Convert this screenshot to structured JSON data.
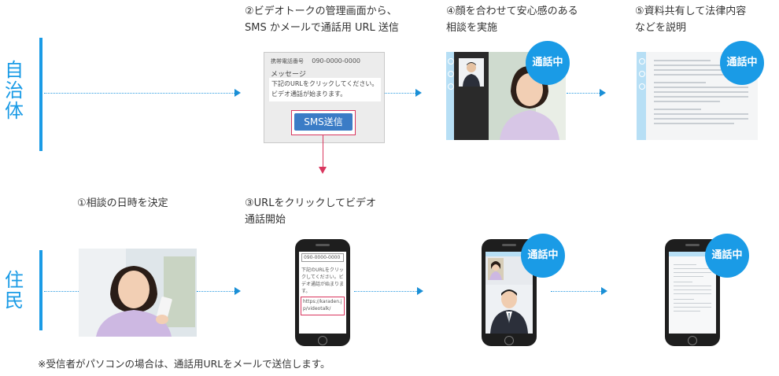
{
  "rows": {
    "municipality": "自治体",
    "resident": "住民"
  },
  "steps": {
    "s1": "①相談の日時を決定",
    "s2_line1": "②ビデオトークの管理画面から、",
    "s2_line2": "SMS かメールで通話用 URL 送信",
    "s3_line1": "③URLをクリックしてビデオ",
    "s3_line2": "通話開始",
    "s4_line1": "④顔を合わせて安心感のある",
    "s4_line2": "相談を実施",
    "s5_line1": "⑤資料共有して法律内容",
    "s5_line2": "などを説明"
  },
  "sms_panel": {
    "phone_label": "携帯電話番号",
    "phone_number": "090-0000-0000",
    "message_label": "メッセージ",
    "message_text": "下記のURLをクリックしてください。ビデオ通話が始まります。",
    "send_button": "SMS送信"
  },
  "phone_sms": {
    "number": "090-0000-0000",
    "message": "下記のURLをクリックしてください。ビデオ通話が始まります。",
    "link": "https://karaden.jp/videotalk/"
  },
  "badge_label": "通話中",
  "footnote": "※受信者がパソコンの場合は、通話用URLをメールで送信します。",
  "colors": {
    "accent": "#1a9be6",
    "highlight_red": "#d9365e",
    "button_blue": "#3b7cc6"
  }
}
